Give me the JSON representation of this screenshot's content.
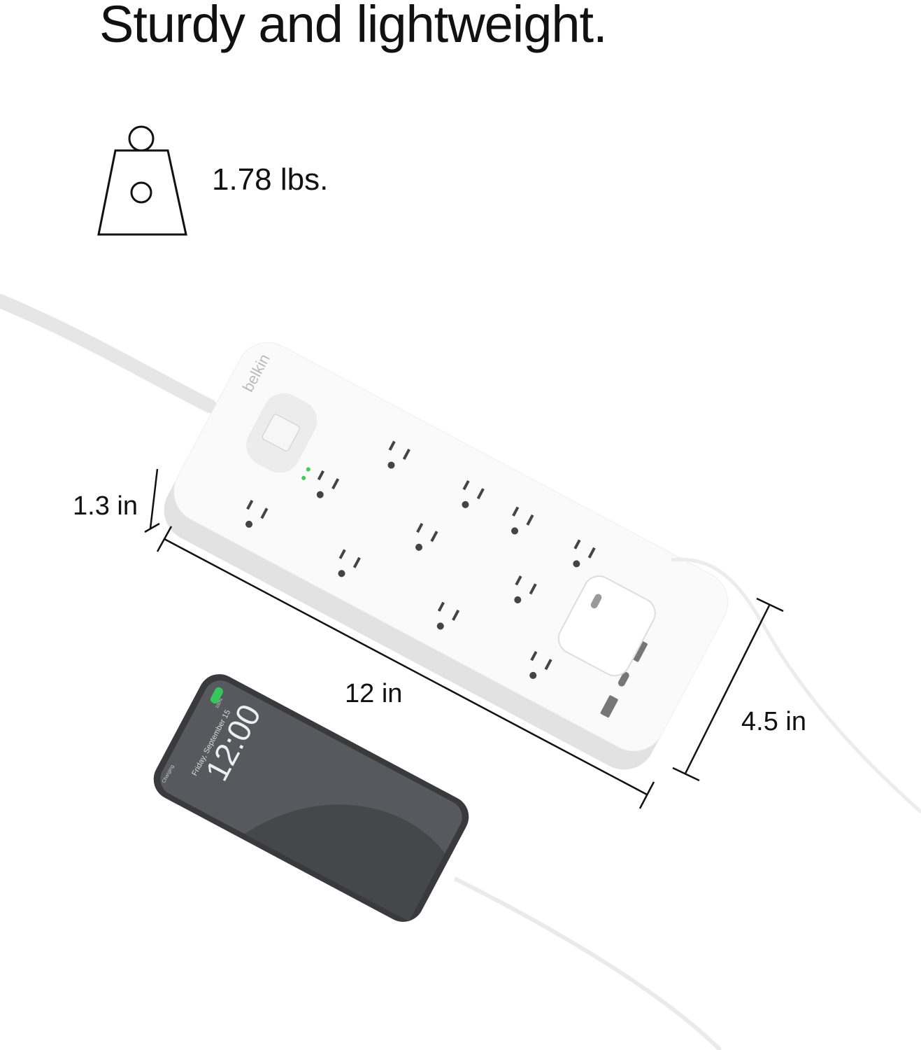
{
  "header": {
    "title": "Sturdy and lightweight."
  },
  "weight": {
    "icon": "weight-icon",
    "value": "1.78 lbs."
  },
  "dimensions": {
    "height": "1.3 in",
    "length": "12 in",
    "width": "4.5 in"
  },
  "product": {
    "brand": "belkin",
    "led_color": "#3ccf4e"
  },
  "phone": {
    "time": "12:00",
    "date": "Friday, September 15",
    "status": "Charging",
    "battery": "100%",
    "battery_color": "#34c759"
  }
}
